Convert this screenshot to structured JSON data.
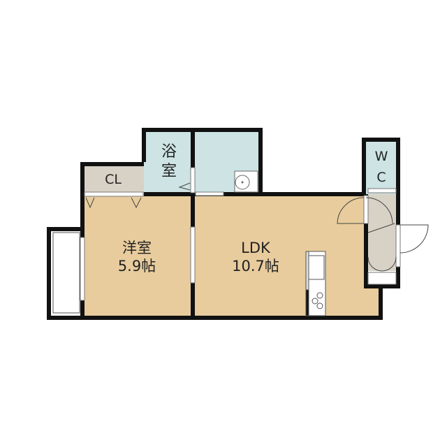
{
  "rooms": {
    "bath": {
      "label_line1": "浴",
      "label_line2": "室"
    },
    "closet": {
      "label": "CL"
    },
    "western_room": {
      "name": "洋室",
      "size": "5.9帖"
    },
    "ldk": {
      "name": "LDK",
      "size": "10.7帖"
    },
    "wc": {
      "label_line1": "W",
      "label_line2": "C"
    }
  },
  "colors": {
    "wall": "#111111",
    "wood_floor": "#e8cc9d",
    "wet_area": "#cde3e4",
    "storage": "#d8d2c6",
    "background": "#ffffff"
  }
}
